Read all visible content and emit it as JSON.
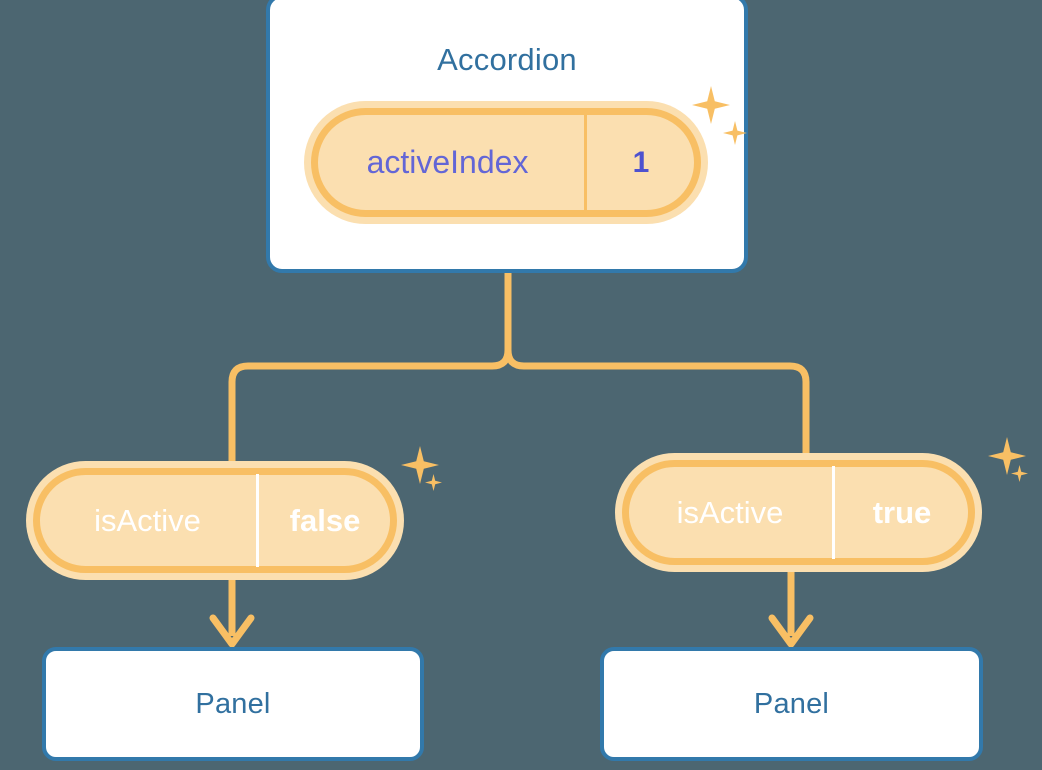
{
  "diagram": {
    "title_root": "Accordion",
    "background_color": "#4c6671",
    "accent_orange": "#f8bf64",
    "accent_orange_glow": "#fbdfb0",
    "accent_indigo": "#6266d5",
    "accent_blue": "#3279ab",
    "title_blue": "#31709f"
  },
  "root": {
    "label": "Accordion",
    "state": {
      "key": "activeIndex",
      "value": "1"
    }
  },
  "children": [
    {
      "state": {
        "key": "isActive",
        "value": "false"
      },
      "label": "Panel"
    },
    {
      "state": {
        "key": "isActive",
        "value": "true"
      },
      "label": "Panel"
    }
  ],
  "icons": {
    "sparkle": "sparkle-icon",
    "arrow_down": "arrow-down-icon"
  }
}
